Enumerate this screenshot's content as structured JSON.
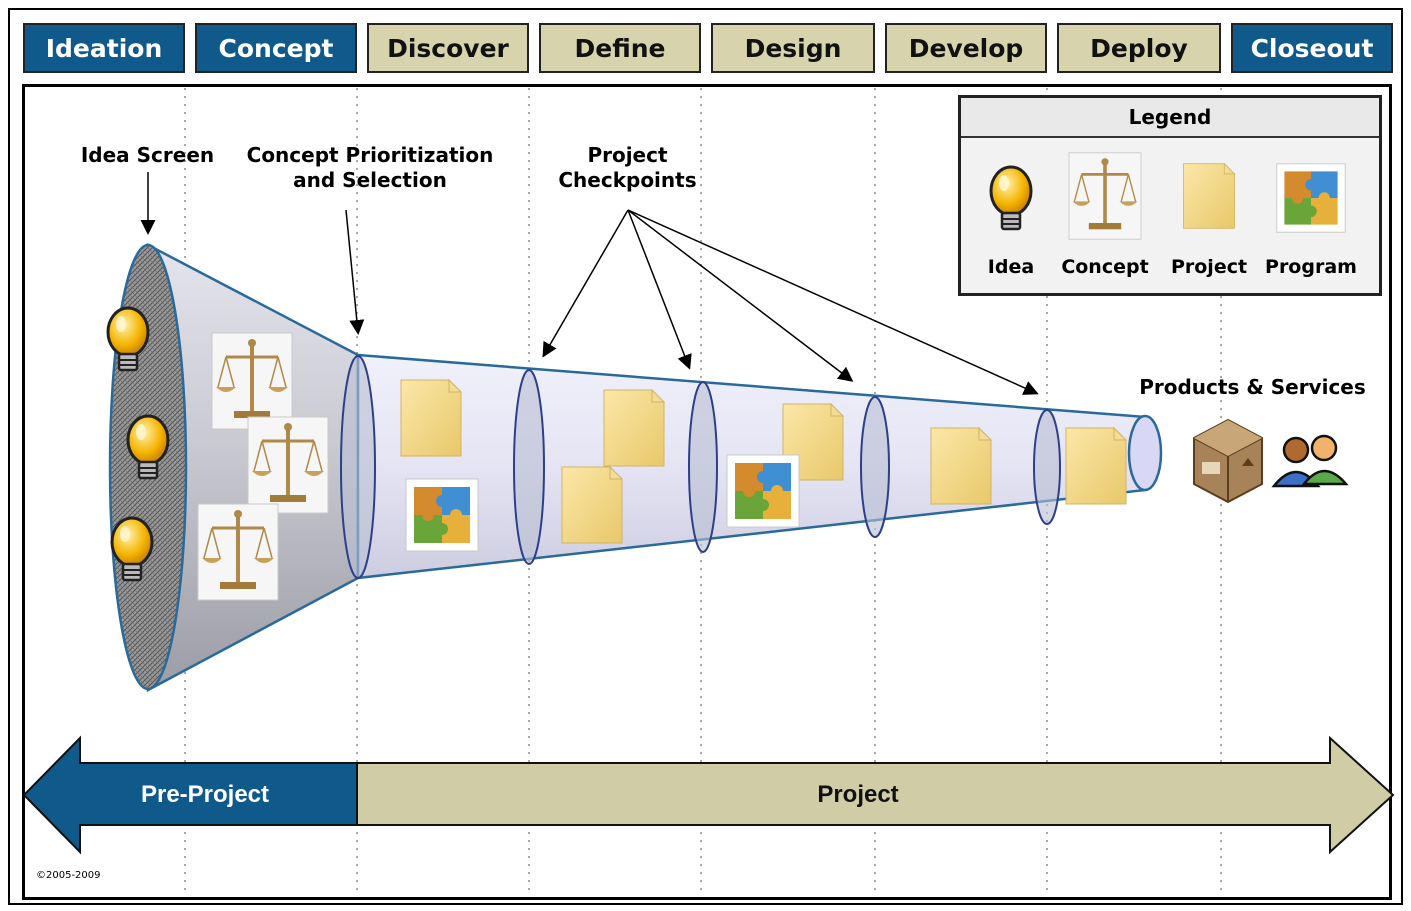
{
  "phases": [
    {
      "label": "Ideation",
      "style": "blue"
    },
    {
      "label": "Concept",
      "style": "blue"
    },
    {
      "label": "Discover",
      "style": "tan"
    },
    {
      "label": "Define",
      "style": "tan"
    },
    {
      "label": "Design",
      "style": "tan"
    },
    {
      "label": "Develop",
      "style": "tan"
    },
    {
      "label": "Deploy",
      "style": "tan"
    },
    {
      "label": "Closeout",
      "style": "blue"
    }
  ],
  "annotations": {
    "idea_screen": "Idea Screen",
    "concept_selection_line1": "Concept Prioritization",
    "concept_selection_line2": "and Selection",
    "checkpoints_line1": "Project",
    "checkpoints_line2": "Checkpoints",
    "products": "Products & Services"
  },
  "legend": {
    "title": "Legend",
    "items": [
      "Idea",
      "Concept",
      "Project",
      "Program"
    ]
  },
  "arrows": {
    "pre_project": "Pre-Project",
    "project": "Project"
  },
  "copyright": "©2005-2009",
  "colors": {
    "blue": "#0f5a8a",
    "tan": "#d6d3ad",
    "funnel_outline": "#2a6a9a"
  }
}
